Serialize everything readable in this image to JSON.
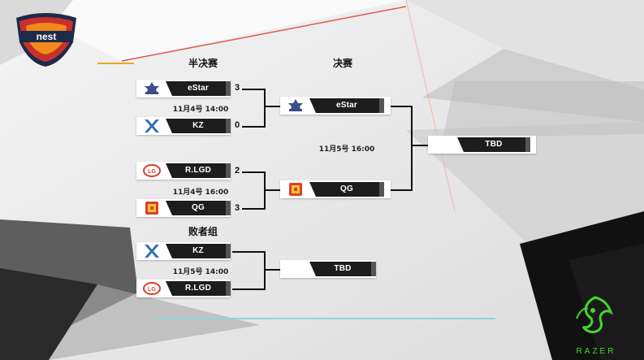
{
  "stages": {
    "semifinal": "半决赛",
    "final": "决赛",
    "losers": "败者组"
  },
  "semifinal_1": {
    "team_a": {
      "name": "eStar",
      "score": "3",
      "logo": "estar-logo-icon"
    },
    "team_b": {
      "name": "KZ",
      "score": "0",
      "logo": "kz-logo-icon"
    },
    "time": "11月4号 14:00"
  },
  "semifinal_2": {
    "team_a": {
      "name": "R.LGD",
      "score": "2",
      "logo": "rlgd-logo-icon"
    },
    "team_b": {
      "name": "QG",
      "score": "3",
      "logo": "qg-logo-icon"
    },
    "time": "11月4号 16:00"
  },
  "losers_match": {
    "team_a": {
      "name": "KZ",
      "logo": "kz-logo-icon"
    },
    "team_b": {
      "name": "R.LGD",
      "logo": "rlgd-logo-icon"
    },
    "time": "11月5号 14:00",
    "winner": "TBD"
  },
  "final": {
    "team_a": {
      "name": "eStar",
      "logo": "estar-logo-icon"
    },
    "team_b": {
      "name": "QG",
      "logo": "qg-logo-icon"
    },
    "time": "11月5号 16:00"
  },
  "champion": "TBD",
  "brand": {
    "event_logo": "nest-logo-icon",
    "sponsor_logo": "razer-logo-icon",
    "sponsor_text": "RAZER"
  },
  "colors": {
    "name_bar": "#1d1d1d",
    "razer_green": "#44d62c",
    "nest_red": "#c8302c",
    "nest_orange": "#f08a1c",
    "nest_navy": "#1e2a4a"
  }
}
